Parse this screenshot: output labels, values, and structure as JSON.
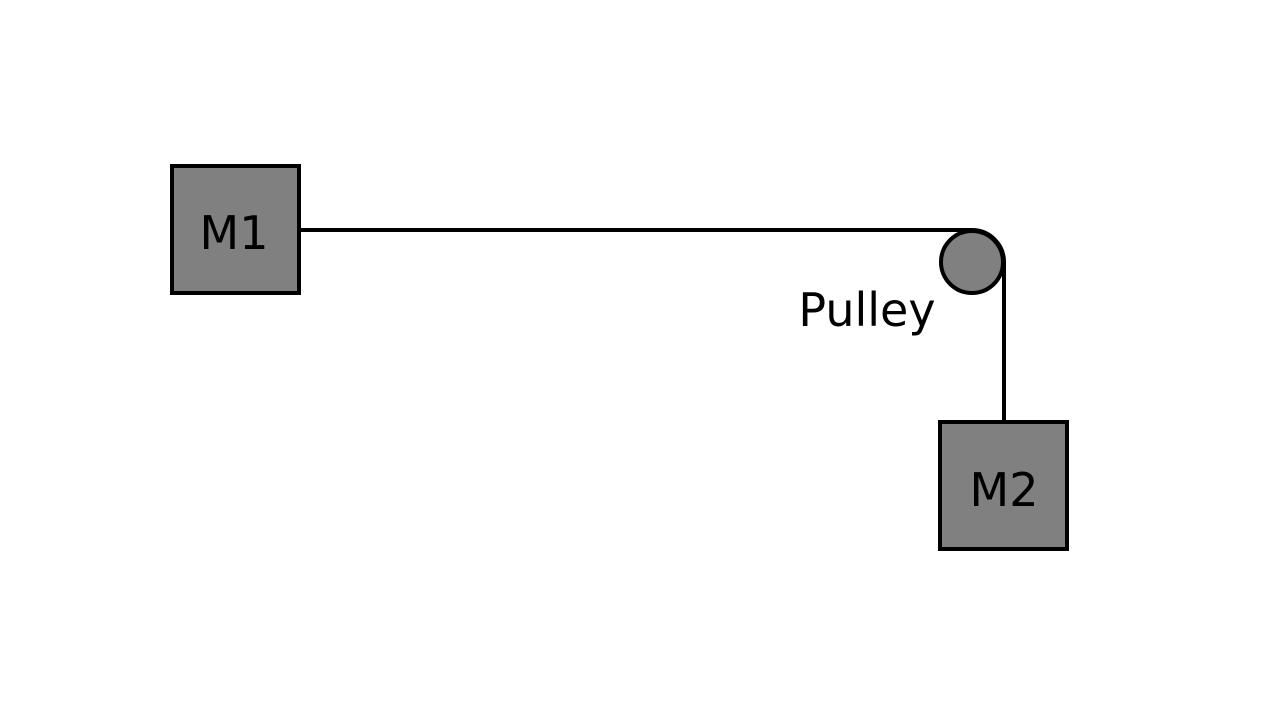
{
  "diagram": {
    "mass1": {
      "label": "M1"
    },
    "mass2": {
      "label": "M2"
    },
    "pulley": {
      "label": "Pulley"
    }
  },
  "colors": {
    "background": "#ffffff",
    "mass_fill": "#808080",
    "pulley_fill": "#808080",
    "stroke": "#000000"
  }
}
